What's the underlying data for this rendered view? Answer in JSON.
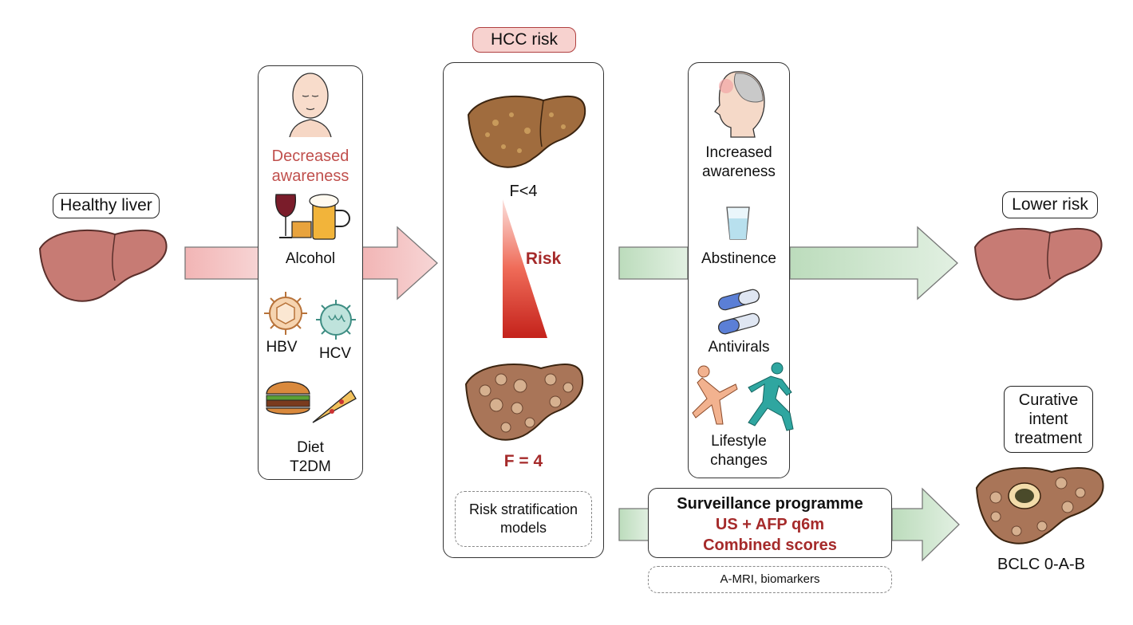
{
  "healthy_liver": "Healthy liver",
  "risk_factors": {
    "decreased_awareness": "Decreased\nawareness",
    "alcohol": "Alcohol",
    "hbv": "HBV",
    "hcv": "HCV",
    "diet": "Diet\nT2DM"
  },
  "hcc": {
    "title": "HCC risk",
    "f_low": "F<4",
    "risk": "Risk",
    "f4": "F = 4",
    "models": "Risk stratification\nmodels"
  },
  "interventions": {
    "awareness": "Increased\nawareness",
    "abstinence": "Abstinence",
    "antivirals": "Antivirals",
    "lifestyle": "Lifestyle\nchanges"
  },
  "lower_risk": "Lower risk",
  "curative": "Curative\nintent\ntreatment",
  "bclc": "BCLC 0-A-B",
  "surveillance": {
    "title": "Surveillance programme",
    "line1": "US + AFP q6m",
    "line2": "Combined scores",
    "extra": "A-MRI, biomarkers"
  },
  "colors": {
    "pink_arrow": "#f3c3c3",
    "green_arrow": "#cfe6cf",
    "liver": "#c77b74",
    "cirrhotic": "#9a6a47",
    "accent_red": "#a52a2a"
  }
}
